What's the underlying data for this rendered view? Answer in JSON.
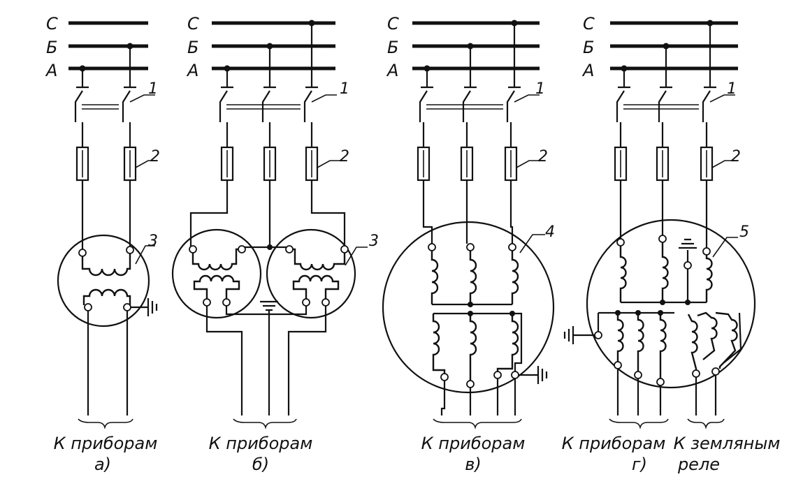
{
  "phases": {
    "c": "С",
    "b": "Б",
    "a": "А"
  },
  "callouts": [
    "1",
    "2",
    "3",
    "3",
    "4",
    "5"
  ],
  "captions": {
    "a": {
      "text": "К приборам",
      "sub": "а)"
    },
    "b": {
      "text": "К приборам",
      "sub": "б)"
    },
    "v": {
      "text": "К приборам",
      "sub": "в)"
    },
    "g": {
      "text": "К приборам",
      "sub": "г)",
      "text2": "К земляным",
      "sub2": "реле"
    }
  }
}
